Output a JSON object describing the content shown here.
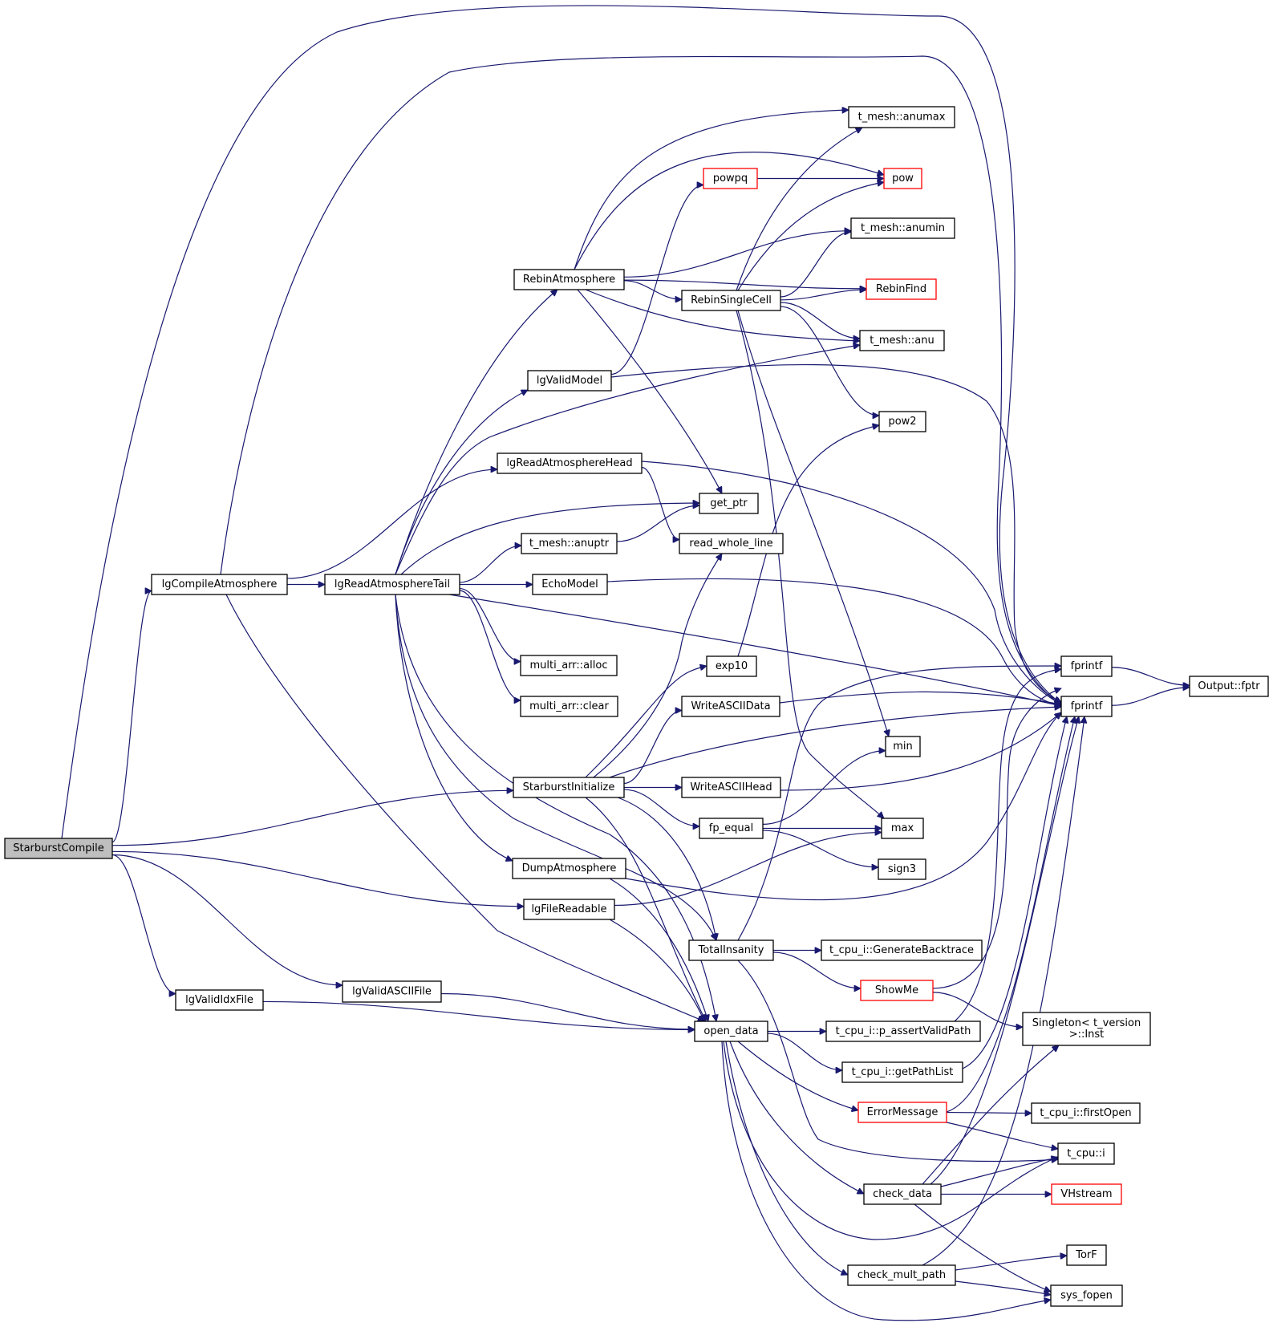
{
  "graph": {
    "title": "Call graph of StarburstCompile",
    "root": "StarburstCompile",
    "colors": {
      "edge": "#191970",
      "root_fill": "#bfbfbf",
      "node_border": "#000000",
      "truncated_node_border": "#ff0000"
    },
    "nodes": [
      {
        "id": "StarburstCompile",
        "label": "StarburstCompile",
        "type": "root"
      },
      {
        "id": "lgCompileAtmosphere",
        "label": "lgCompileAtmosphere",
        "type": "normal"
      },
      {
        "id": "lgValidIdxFile",
        "label": "lgValidIdxFile",
        "type": "normal"
      },
      {
        "id": "lgReadAtmosphereTail",
        "label": "lgReadAtmosphereTail",
        "type": "normal"
      },
      {
        "id": "lgValidASCIIFile",
        "label": "lgValidASCIIFile",
        "type": "normal"
      },
      {
        "id": "RebinAtmosphere",
        "label": "RebinAtmosphere",
        "type": "normal"
      },
      {
        "id": "lgValidModel",
        "label": "lgValidModel",
        "type": "normal"
      },
      {
        "id": "lgReadAtmosphereHead",
        "label": "lgReadAtmosphereHead",
        "type": "normal"
      },
      {
        "id": "t_mesh_anuptr",
        "label": "t_mesh::anuptr",
        "type": "normal"
      },
      {
        "id": "EchoModel",
        "label": "EchoModel",
        "type": "normal"
      },
      {
        "id": "multi_arr_alloc",
        "label": "multi_arr::alloc",
        "type": "normal"
      },
      {
        "id": "multi_arr_clear",
        "label": "multi_arr::clear",
        "type": "normal"
      },
      {
        "id": "StarburstInitialize",
        "label": "StarburstInitialize",
        "type": "normal"
      },
      {
        "id": "DumpAtmosphere",
        "label": "DumpAtmosphere",
        "type": "normal"
      },
      {
        "id": "lgFileReadable",
        "label": "lgFileReadable",
        "type": "normal"
      },
      {
        "id": "powpq",
        "label": "powpq",
        "type": "truncated"
      },
      {
        "id": "RebinSingleCell",
        "label": "RebinSingleCell",
        "type": "normal"
      },
      {
        "id": "get_ptr",
        "label": "get_ptr",
        "type": "normal"
      },
      {
        "id": "read_whole_line",
        "label": "read_whole_line",
        "type": "normal"
      },
      {
        "id": "exp10",
        "label": "exp10",
        "type": "normal"
      },
      {
        "id": "WriteASCIIData",
        "label": "WriteASCIIData",
        "type": "normal"
      },
      {
        "id": "WriteASCIIHead",
        "label": "WriteASCIIHead",
        "type": "normal"
      },
      {
        "id": "fp_equal",
        "label": "fp_equal",
        "type": "normal"
      },
      {
        "id": "TotalInsanity",
        "label": "TotalInsanity",
        "type": "normal"
      },
      {
        "id": "open_data",
        "label": "open_data",
        "type": "normal"
      },
      {
        "id": "t_mesh_anumax",
        "label": "t_mesh::anumax",
        "type": "normal"
      },
      {
        "id": "pow",
        "label": "pow",
        "type": "truncated"
      },
      {
        "id": "t_mesh_anumin",
        "label": "t_mesh::anumin",
        "type": "normal"
      },
      {
        "id": "RebinFind",
        "label": "RebinFind",
        "type": "truncated"
      },
      {
        "id": "t_mesh_anu",
        "label": "t_mesh::anu",
        "type": "normal"
      },
      {
        "id": "pow2",
        "label": "pow2",
        "type": "normal"
      },
      {
        "id": "min",
        "label": "min",
        "type": "normal"
      },
      {
        "id": "max",
        "label": "max",
        "type": "normal"
      },
      {
        "id": "sign3",
        "label": "sign3",
        "type": "normal"
      },
      {
        "id": "GenerateBacktrace",
        "label": "t_cpu_i::GenerateBacktrace",
        "type": "normal"
      },
      {
        "id": "ShowMe",
        "label": "ShowMe",
        "type": "truncated"
      },
      {
        "id": "p_assertValidPath",
        "label": "t_cpu_i::p_assertValidPath",
        "type": "normal"
      },
      {
        "id": "getPathList",
        "label": "t_cpu_i::getPathList",
        "type": "normal"
      },
      {
        "id": "ErrorMessage",
        "label": "ErrorMessage",
        "type": "truncated"
      },
      {
        "id": "check_data",
        "label": "check_data",
        "type": "normal"
      },
      {
        "id": "check_mult_path",
        "label": "check_mult_path",
        "type": "normal"
      },
      {
        "id": "fprintf_a",
        "label": "fprintf",
        "type": "normal"
      },
      {
        "id": "fprintf_b",
        "label": "fprintf",
        "type": "normal"
      },
      {
        "id": "Output_fptr",
        "label": "Output::fptr",
        "type": "normal"
      },
      {
        "id": "Singleton_Inst",
        "label": "Singleton< t_version\n>::Inst",
        "type": "normal"
      },
      {
        "id": "firstOpen",
        "label": "t_cpu_i::firstOpen",
        "type": "normal"
      },
      {
        "id": "t_cpu_i",
        "label": "t_cpu::i",
        "type": "normal"
      },
      {
        "id": "VHstream",
        "label": "VHstream",
        "type": "truncated"
      },
      {
        "id": "TorF",
        "label": "TorF",
        "type": "normal"
      },
      {
        "id": "sys_fopen",
        "label": "sys_fopen",
        "type": "normal"
      }
    ],
    "edges": [
      [
        "StarburstCompile",
        "lgCompileAtmosphere"
      ],
      [
        "StarburstCompile",
        "fprintf_b"
      ],
      [
        "StarburstCompile",
        "StarburstInitialize"
      ],
      [
        "StarburstCompile",
        "lgFileReadable"
      ],
      [
        "StarburstCompile",
        "lgValidASCIIFile"
      ],
      [
        "StarburstCompile",
        "lgValidIdxFile"
      ],
      [
        "lgCompileAtmosphere",
        "lgReadAtmosphereTail"
      ],
      [
        "lgCompileAtmosphere",
        "lgReadAtmosphereHead"
      ],
      [
        "lgCompileAtmosphere",
        "fprintf_b"
      ],
      [
        "lgCompileAtmosphere",
        "open_data"
      ],
      [
        "lgValidIdxFile",
        "open_data"
      ],
      [
        "lgValidASCIIFile",
        "open_data"
      ],
      [
        "lgReadAtmosphereTail",
        "RebinAtmosphere"
      ],
      [
        "lgReadAtmosphereTail",
        "lgValidModel"
      ],
      [
        "lgReadAtmosphereTail",
        "t_mesh_anu"
      ],
      [
        "lgReadAtmosphereTail",
        "get_ptr"
      ],
      [
        "lgReadAtmosphereTail",
        "t_mesh_anuptr"
      ],
      [
        "lgReadAtmosphereTail",
        "EchoModel"
      ],
      [
        "lgReadAtmosphereTail",
        "fprintf_b"
      ],
      [
        "lgReadAtmosphereTail",
        "multi_arr_alloc"
      ],
      [
        "lgReadAtmosphereTail",
        "multi_arr_clear"
      ],
      [
        "lgReadAtmosphereTail",
        "DumpAtmosphere"
      ],
      [
        "lgReadAtmosphereTail",
        "TotalInsanity"
      ],
      [
        "lgReadAtmosphereTail",
        "open_data"
      ],
      [
        "RebinAtmosphere",
        "t_mesh_anumax"
      ],
      [
        "RebinAtmosphere",
        "pow"
      ],
      [
        "RebinAtmosphere",
        "t_mesh_anumin"
      ],
      [
        "RebinAtmosphere",
        "RebinFind"
      ],
      [
        "RebinAtmosphere",
        "RebinSingleCell"
      ],
      [
        "RebinAtmosphere",
        "t_mesh_anu"
      ],
      [
        "RebinAtmosphere",
        "get_ptr"
      ],
      [
        "lgValidModel",
        "powpq"
      ],
      [
        "lgValidModel",
        "fprintf_b"
      ],
      [
        "lgReadAtmosphereHead",
        "read_whole_line"
      ],
      [
        "lgReadAtmosphereHead",
        "fprintf_b"
      ],
      [
        "t_mesh_anuptr",
        "get_ptr"
      ],
      [
        "EchoModel",
        "fprintf_b"
      ],
      [
        "StarburstInitialize",
        "exp10"
      ],
      [
        "StarburstInitialize",
        "read_whole_line"
      ],
      [
        "StarburstInitialize",
        "WriteASCIIData"
      ],
      [
        "StarburstInitialize",
        "fprintf_b"
      ],
      [
        "StarburstInitialize",
        "WriteASCIIHead"
      ],
      [
        "StarburstInitialize",
        "fp_equal"
      ],
      [
        "StarburstInitialize",
        "TotalInsanity"
      ],
      [
        "StarburstInitialize",
        "open_data"
      ],
      [
        "DumpAtmosphere",
        "fprintf_b"
      ],
      [
        "DumpAtmosphere",
        "open_data"
      ],
      [
        "lgFileReadable",
        "max"
      ],
      [
        "lgFileReadable",
        "open_data"
      ],
      [
        "powpq",
        "pow"
      ],
      [
        "RebinSingleCell",
        "t_mesh_anumax"
      ],
      [
        "RebinSingleCell",
        "pow"
      ],
      [
        "RebinSingleCell",
        "t_mesh_anumin"
      ],
      [
        "RebinSingleCell",
        "RebinFind"
      ],
      [
        "RebinSingleCell",
        "t_mesh_anu"
      ],
      [
        "RebinSingleCell",
        "pow2"
      ],
      [
        "RebinSingleCell",
        "min"
      ],
      [
        "RebinSingleCell",
        "max"
      ],
      [
        "exp10",
        "pow2"
      ],
      [
        "WriteASCIIData",
        "fprintf_b"
      ],
      [
        "WriteASCIIHead",
        "fprintf_b"
      ],
      [
        "fp_equal",
        "min"
      ],
      [
        "fp_equal",
        "max"
      ],
      [
        "fp_equal",
        "sign3"
      ],
      [
        "TotalInsanity",
        "fprintf_a"
      ],
      [
        "TotalInsanity",
        "GenerateBacktrace"
      ],
      [
        "TotalInsanity",
        "ShowMe"
      ],
      [
        "TotalInsanity",
        "t_cpu_i"
      ],
      [
        "open_data",
        "p_assertValidPath"
      ],
      [
        "open_data",
        "getPathList"
      ],
      [
        "open_data",
        "ErrorMessage"
      ],
      [
        "open_data",
        "check_data"
      ],
      [
        "open_data",
        "check_mult_path"
      ],
      [
        "open_data",
        "t_cpu_i"
      ],
      [
        "open_data",
        "sys_fopen"
      ],
      [
        "ShowMe",
        "fprintf_b"
      ],
      [
        "ShowMe",
        "Singleton_Inst"
      ],
      [
        "p_assertValidPath",
        "fprintf_a"
      ],
      [
        "getPathList",
        "fprintf_b"
      ],
      [
        "ErrorMessage",
        "fprintf_b"
      ],
      [
        "ErrorMessage",
        "firstOpen"
      ],
      [
        "ErrorMessage",
        "t_cpu_i"
      ],
      [
        "check_data",
        "fprintf_b"
      ],
      [
        "check_data",
        "Singleton_Inst"
      ],
      [
        "check_data",
        "t_cpu_i"
      ],
      [
        "check_data",
        "VHstream"
      ],
      [
        "check_data",
        "sys_fopen"
      ],
      [
        "check_mult_path",
        "fprintf_b"
      ],
      [
        "check_mult_path",
        "TorF"
      ],
      [
        "check_mult_path",
        "sys_fopen"
      ],
      [
        "fprintf_a",
        "Output_fptr"
      ],
      [
        "fprintf_b",
        "Output_fptr"
      ]
    ]
  }
}
